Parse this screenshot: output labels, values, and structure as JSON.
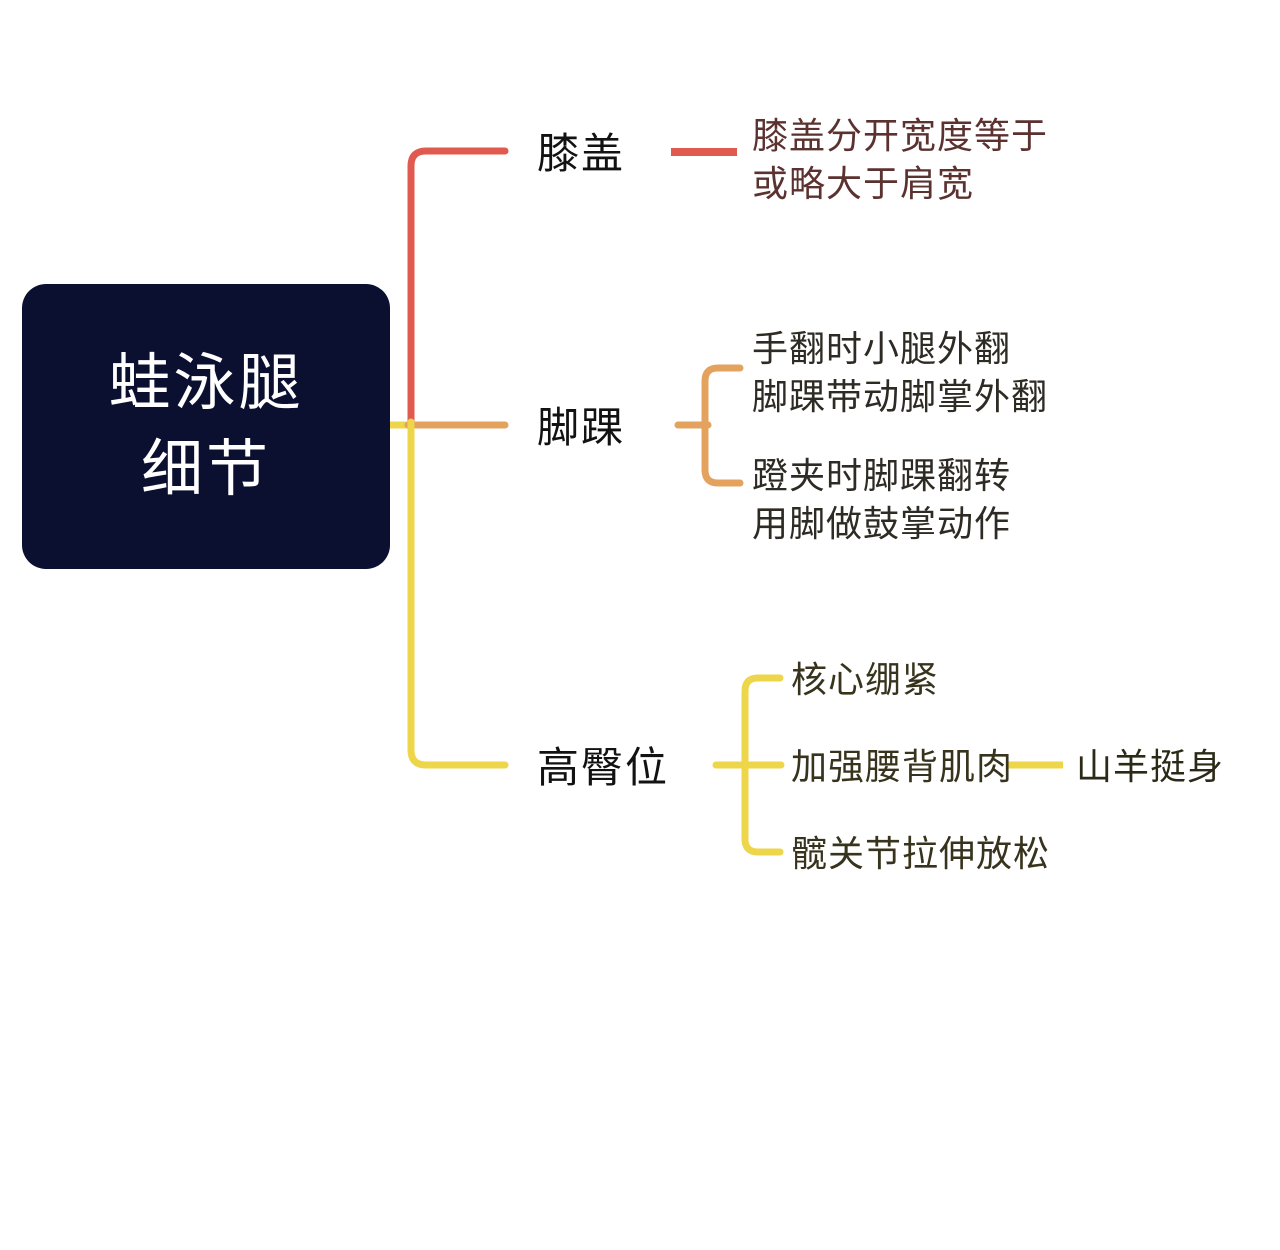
{
  "theme": {
    "background": "#ffffff",
    "root_fill": "#0c1030",
    "root_text": "#ffffff",
    "branch_label_color": "#121212",
    "red": "#e05a4f",
    "orange": "#e3a35f",
    "yellow": "#eed64a",
    "red_text": "#5b3230",
    "orange_text": "#2e2a24",
    "yellow_text": "#37331c"
  },
  "root": {
    "label": "蛙泳腿\n细节"
  },
  "branches": [
    {
      "id": "knee",
      "label": "膝盖",
      "color": "#e05a4f",
      "connector": "dash",
      "leaves": [
        {
          "text": "膝盖分开宽度等于\n或略大于肩宽"
        }
      ]
    },
    {
      "id": "ankle",
      "label": "脚踝",
      "color": "#e3a35f",
      "connector": "brace-2",
      "leaves": [
        {
          "text": "手翻时小腿外翻\n脚踝带动脚掌外翻"
        },
        {
          "text": "蹬夹时脚踝翻转\n用脚做鼓掌动作"
        }
      ]
    },
    {
      "id": "high-hip",
      "label": "高臀位",
      "color": "#eed64a",
      "connector": "brace-3",
      "leaves": [
        {
          "text": "核心绷紧"
        },
        {
          "text": "加强腰背肌肉",
          "sub_connector": "dash",
          "sub": {
            "text": "山羊挺身"
          }
        },
        {
          "text": "髋关节拉伸放松"
        }
      ]
    }
  ]
}
